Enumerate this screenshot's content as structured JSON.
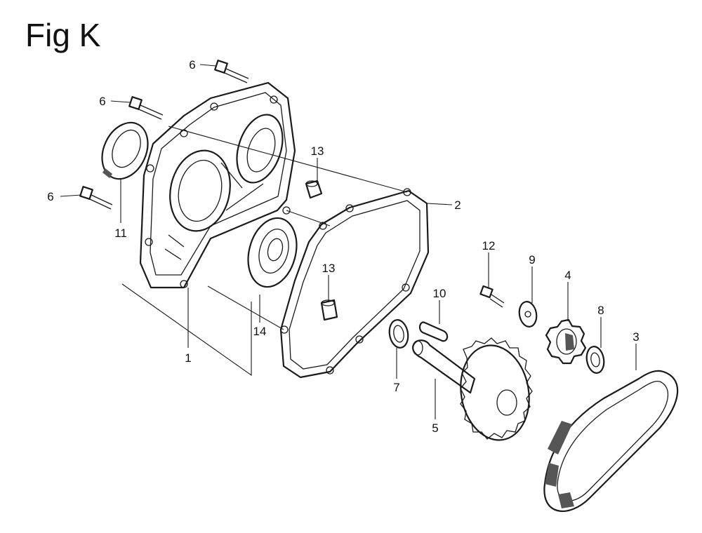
{
  "figure": {
    "title": "Fig K"
  },
  "callouts": [
    "6",
    "6",
    "6",
    "11",
    "13",
    "2",
    "13",
    "14",
    "1",
    "12",
    "9",
    "4",
    "8",
    "10",
    "7",
    "5",
    "3"
  ]
}
